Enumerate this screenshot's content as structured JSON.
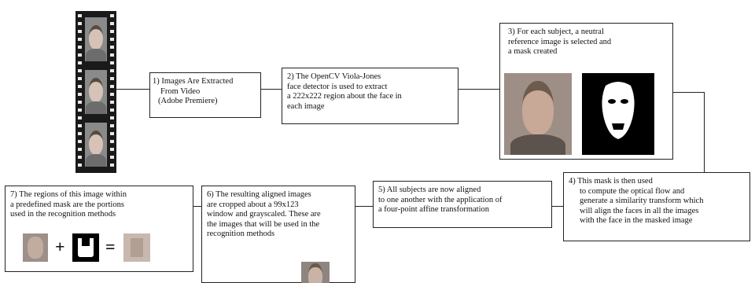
{
  "steps": {
    "s1": {
      "lines": [
        "1) Images Are Extracted",
        "From Video",
        "(Adobe Premiere)"
      ]
    },
    "s2": {
      "lines": [
        "2) The OpenCV Viola-Jones",
        "face detector is used to extract",
        "a 222x222 region about the face in",
        "each image"
      ]
    },
    "s3": {
      "lines": [
        "3) For each subject, a neutral",
        "reference image is selected and",
        "a mask created"
      ]
    },
    "s4": {
      "lines": [
        "4) This mask is then used",
        "to compute the optical flow and",
        "generate a similarity transform which",
        "will align the faces in all the images",
        "with the face in the masked image"
      ]
    },
    "s5": {
      "lines": [
        "5) All subjects are now aligned",
        "to one another with the application of",
        "a four-point affine transformation"
      ]
    },
    "s6": {
      "lines": [
        "6) The resulting aligned images",
        "are cropped about a 99x123",
        "window and grayscaled.  These are",
        "the images that will be used in the",
        "recognition methods"
      ]
    },
    "s7": {
      "lines": [
        "7) The regions of this image within",
        "a predefined mask are the portions",
        "used in the recognition methods"
      ]
    }
  },
  "operators": {
    "plus": "+",
    "equals": "="
  },
  "colors": {
    "line": "#222222",
    "film": "#1a1a1a",
    "mask_bg": "#000000",
    "mask_face": "#ffffff"
  }
}
